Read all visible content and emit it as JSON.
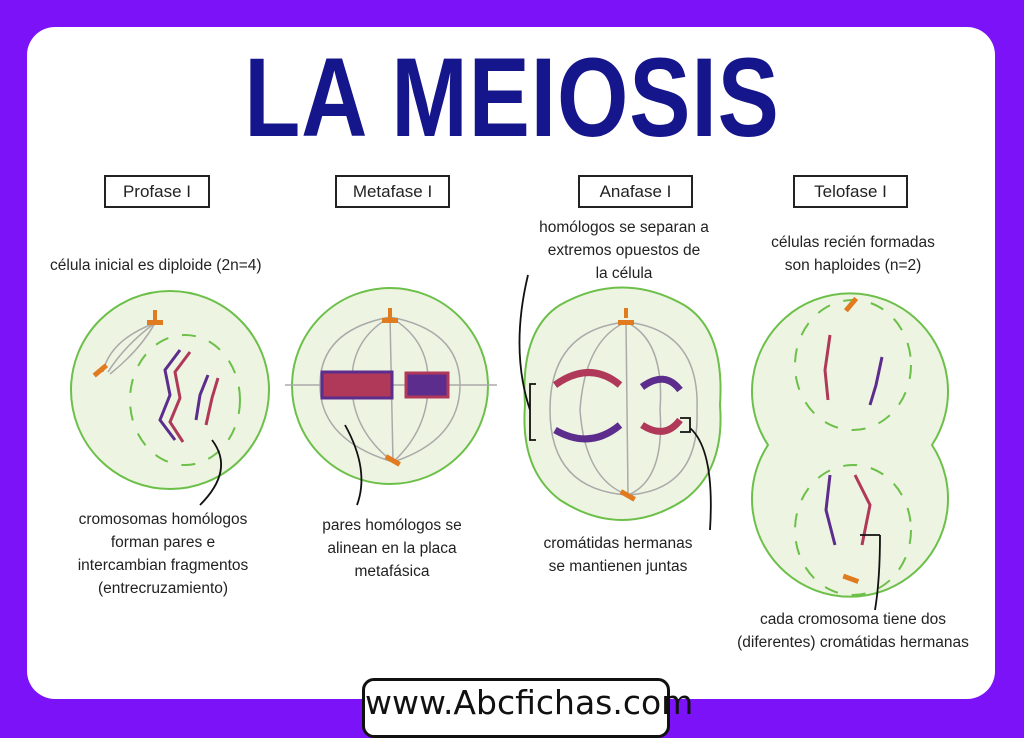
{
  "title": "LA MEIOSIS",
  "phases": [
    {
      "label": "Profase I",
      "top_text": [
        "célula inicial es diploide (2n=4)"
      ],
      "bottom_text": [
        "cromosomas homólogos",
        "forman pares e",
        "intercambian fragmentos",
        "(entrecruzamiento)"
      ]
    },
    {
      "label": "Metafase I",
      "top_text": [],
      "bottom_text": [
        "pares homólogos se",
        "alinean en la placa",
        "metafásica"
      ]
    },
    {
      "label": "Anafase I",
      "top_text": [
        "homólogos se separan a",
        "extremos opuestos de",
        "la célula"
      ],
      "bottom_text": [
        "cromátidas hermanas",
        "se mantienen juntas"
      ]
    },
    {
      "label": "Telofase I",
      "top_text": [
        "células recién formadas",
        "son haploides (n=2)"
      ],
      "bottom_text": [
        "cada cromosoma tiene dos",
        "(diferentes) cromátidas hermanas"
      ]
    }
  ],
  "footer": "www.Abcfichas.com",
  "colors": {
    "background": "#7b12f7",
    "title": "#15158c",
    "cell_fill": "#eef4e2",
    "cell_stroke": "#6cc04a",
    "chromosome_red": "#b0395a",
    "chromosome_purple": "#5c2d8c",
    "centrosome": "#e07b1f"
  }
}
